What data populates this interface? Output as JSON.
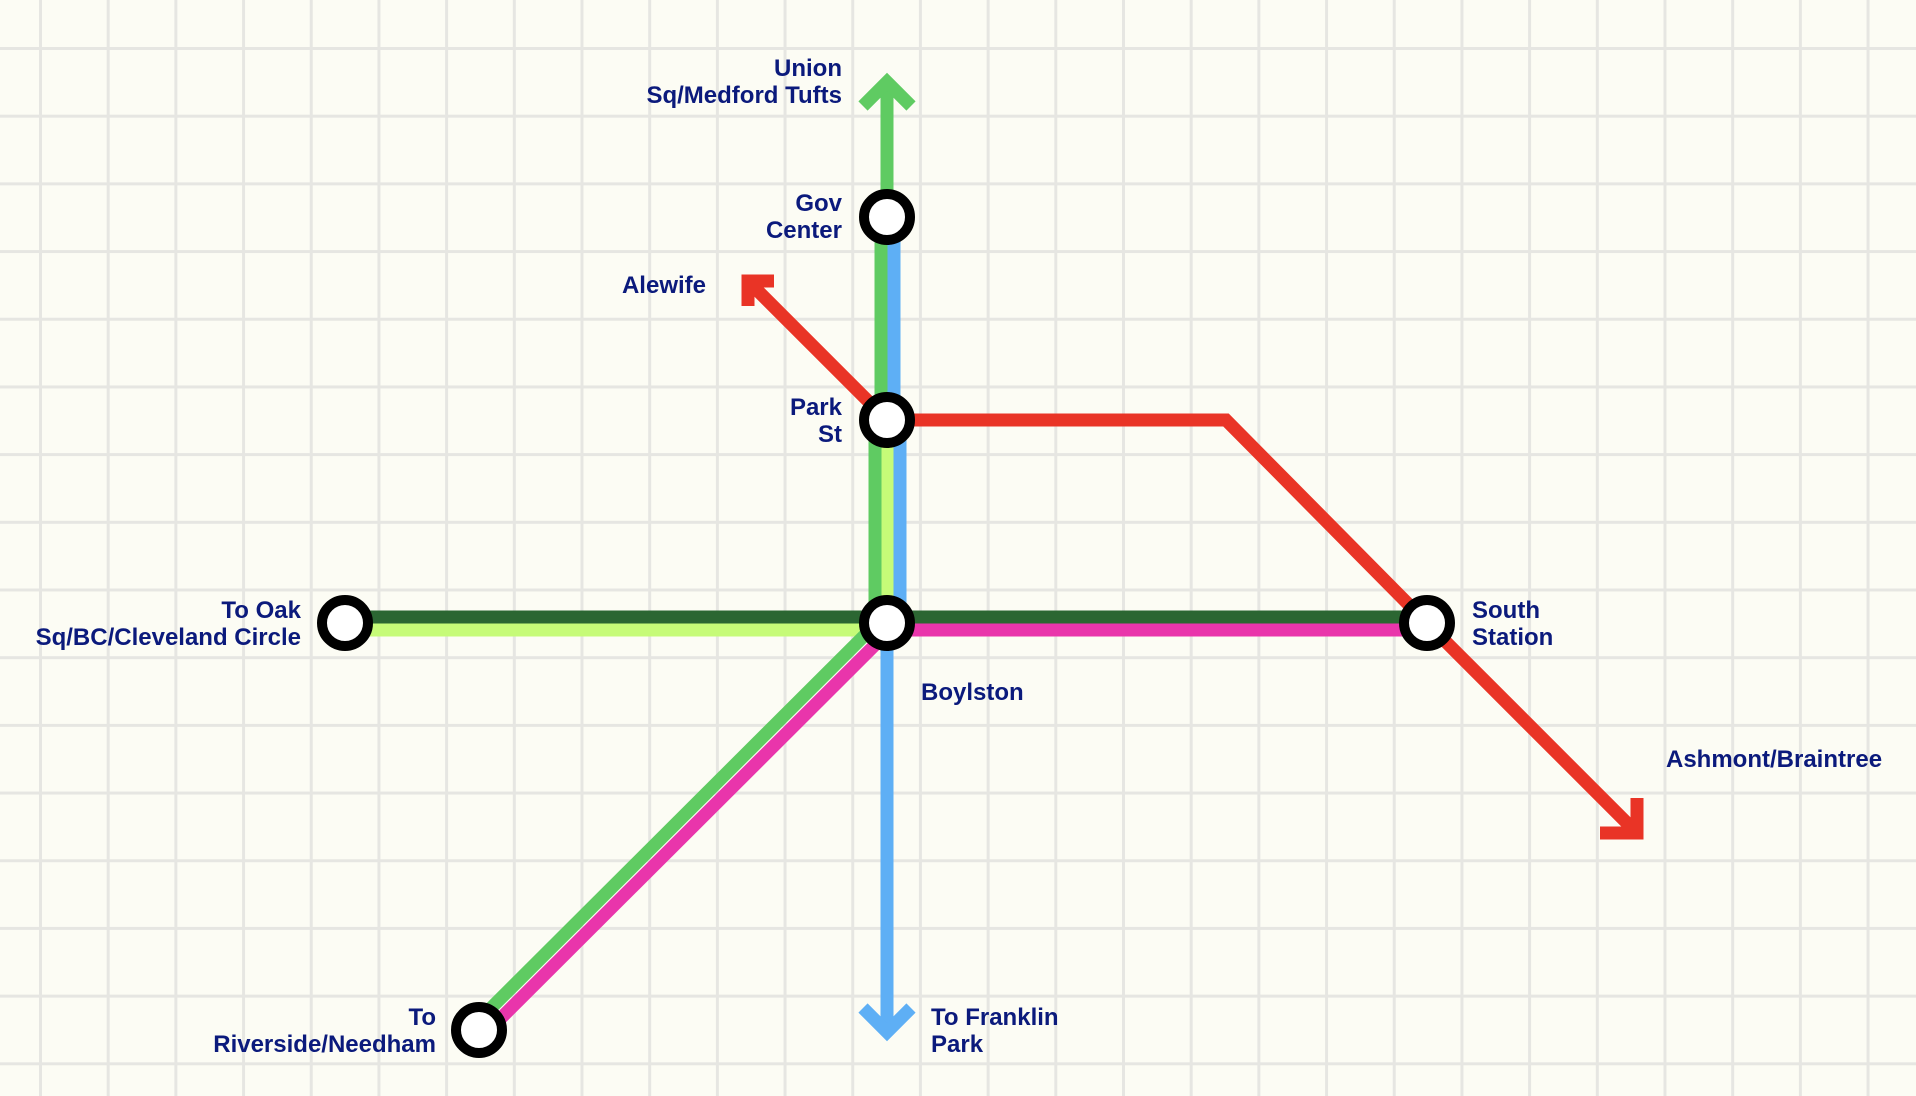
{
  "colors": {
    "green": "#5fcb62",
    "light_green": "#c6fb78",
    "dark_green": "#2b6632",
    "blue": "#5eaff5",
    "red": "#e93426",
    "magenta": "#e935ab",
    "label": "#0b1a7c"
  },
  "labels": {
    "union": [
      "Union",
      "Sq/Medford Tufts"
    ],
    "gov_center": [
      "Gov",
      "Center"
    ],
    "alewife": [
      "Alewife"
    ],
    "park_st": [
      "Park",
      "St"
    ],
    "oak": [
      "To Oak",
      "Sq/BC/Cleveland Circle"
    ],
    "boylston": [
      "Boylston"
    ],
    "south_station": [
      "South",
      "Station"
    ],
    "ashmont": [
      "Ashmont/Braintree"
    ],
    "riverside": [
      "To",
      "Riverside/Needham"
    ],
    "franklin": [
      "To Franklin",
      "Park"
    ]
  }
}
